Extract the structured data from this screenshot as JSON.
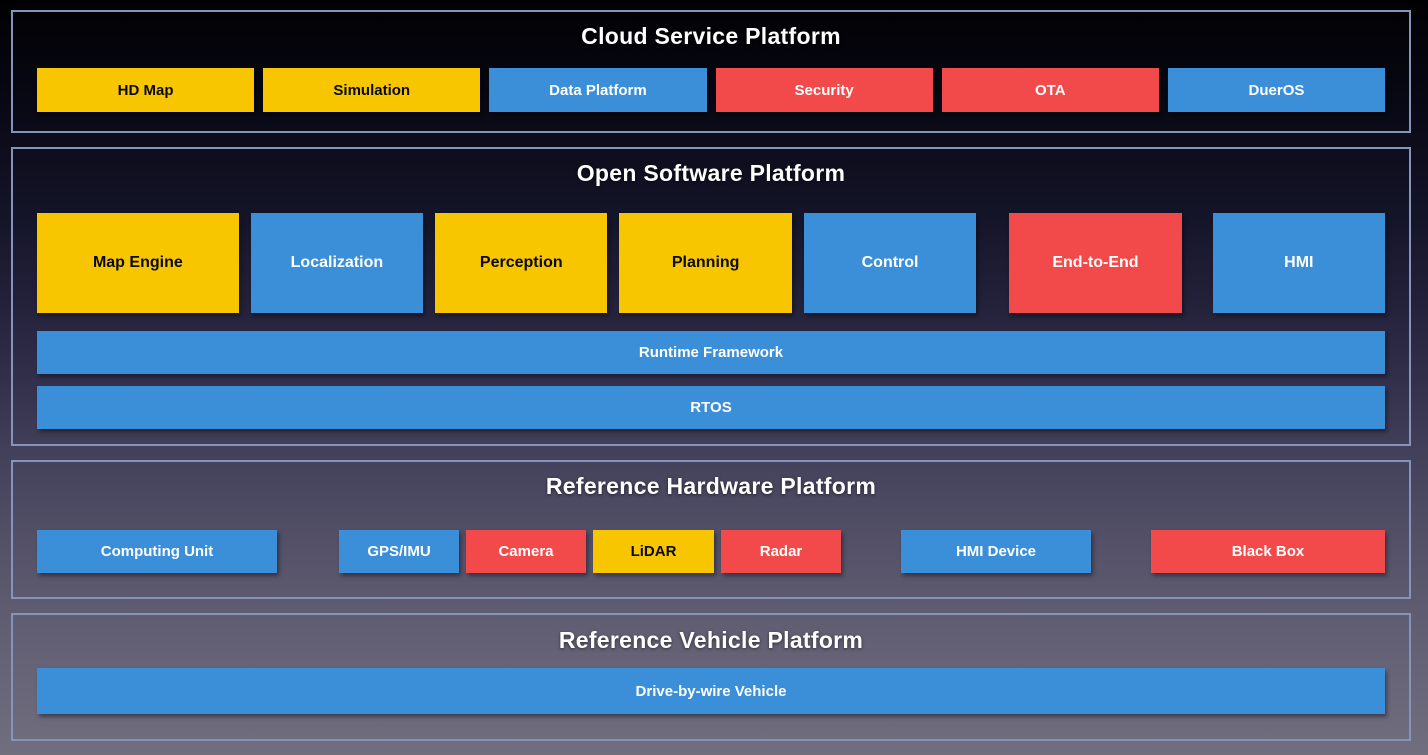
{
  "colors": {
    "yellow": "#F7C600",
    "blue": "#3A8FD8",
    "red": "#F24A4A",
    "box_text_dark": "#0A0A0A",
    "box_text_light": "#FFFFFF",
    "title": "#FFFFFF",
    "border": "#8694BA"
  },
  "sections": {
    "cloud": {
      "title": "Cloud Service Platform",
      "items": [
        {
          "label": "HD Map",
          "color": "yellow"
        },
        {
          "label": "Simulation",
          "color": "yellow"
        },
        {
          "label": "Data Platform",
          "color": "blue"
        },
        {
          "label": "Security",
          "color": "red"
        },
        {
          "label": "OTA",
          "color": "red"
        },
        {
          "label": "DuerOS",
          "color": "blue"
        }
      ]
    },
    "software": {
      "title": "Open Software Platform",
      "modules": [
        {
          "label": "Map Engine",
          "color": "yellow"
        },
        {
          "label": "Localization",
          "color": "blue"
        },
        {
          "label": "Perception",
          "color": "yellow"
        },
        {
          "label": "Planning",
          "color": "yellow"
        },
        {
          "label": "Control",
          "color": "blue"
        },
        {
          "label": "End-to-End",
          "color": "red"
        },
        {
          "label": "HMI",
          "color": "blue"
        }
      ],
      "bars": [
        {
          "label": "Runtime Framework",
          "color": "blue"
        },
        {
          "label": "RTOS",
          "color": "blue"
        }
      ]
    },
    "hardware": {
      "title": "Reference Hardware Platform",
      "items": [
        {
          "label": "Computing Unit",
          "color": "blue"
        },
        {
          "label": "GPS/IMU",
          "color": "blue"
        },
        {
          "label": "Camera",
          "color": "red"
        },
        {
          "label": "LiDAR",
          "color": "yellow"
        },
        {
          "label": "Radar",
          "color": "red"
        },
        {
          "label": "HMI Device",
          "color": "blue"
        },
        {
          "label": "Black Box",
          "color": "red"
        }
      ]
    },
    "vehicle": {
      "title": "Reference Vehicle Platform",
      "bars": [
        {
          "label": "Drive-by-wire Vehicle",
          "color": "blue"
        }
      ]
    }
  }
}
